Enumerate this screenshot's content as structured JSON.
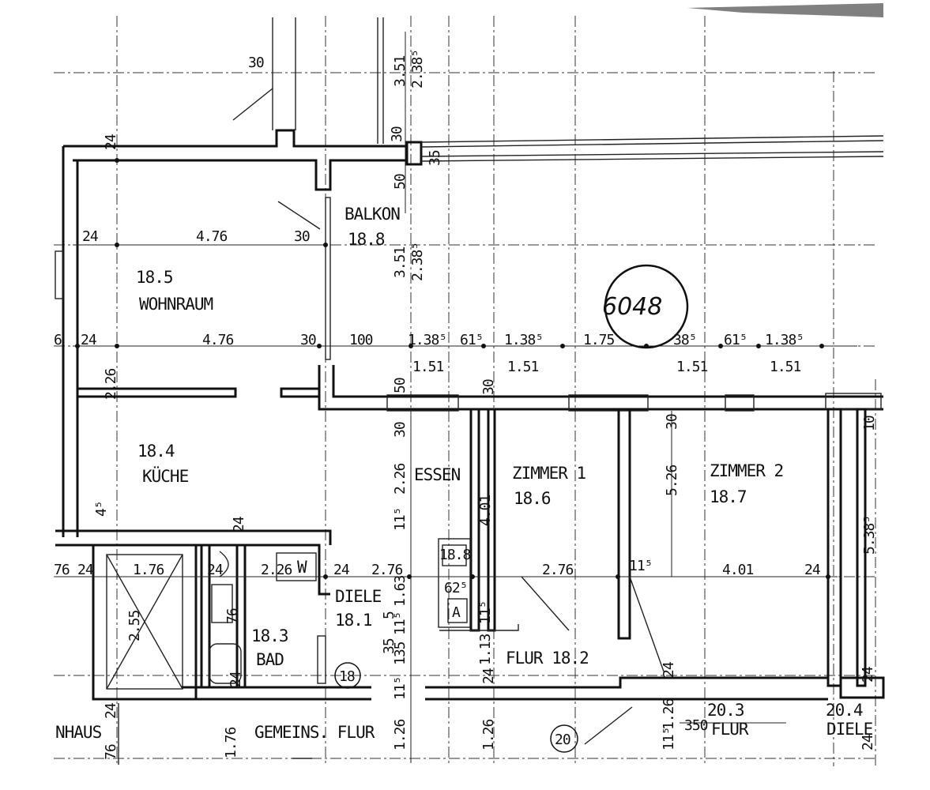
{
  "plan_number": "6048",
  "rooms": {
    "balkon": {
      "name": "BALKON",
      "area": "18.8"
    },
    "wohnraum": {
      "name": "WOHNRAUM",
      "area": "18.5"
    },
    "kueche": {
      "name": "KÜCHE",
      "area": "18.4"
    },
    "essen": {
      "name": "ESSEN"
    },
    "zimmer1": {
      "name": "ZIMMER 1",
      "area": "18.6"
    },
    "zimmer2": {
      "name": "ZIMMER 2",
      "area": "18.7"
    },
    "diele": {
      "name": "DIELE",
      "area": "18.1"
    },
    "bad": {
      "name": "BAD",
      "area": "18.3"
    },
    "flur": {
      "label": "FLUR 18.2"
    },
    "gemeins_flur": {
      "name": "GEMEINS. FLUR"
    },
    "flur_203": {
      "area": "20.3",
      "name": "FLUR"
    },
    "diele_204": {
      "area": "20.4",
      "name": "DIELE"
    },
    "treppenhaus": {
      "name": "NHAUS"
    }
  },
  "marks": {
    "circle_18": "18",
    "circle_20": "20",
    "cabinet_w": "W",
    "cabinet_a": "A",
    "box_18_8": "18.8"
  },
  "dims": {
    "d30_top": "30",
    "d351_top": "3.51",
    "d2385_top": "2.38⁵",
    "d30_b": "30",
    "d35": "35",
    "d50": "50",
    "d24_top": "24",
    "d24_a": "24",
    "d476_a": "4.76",
    "d30_a": "30",
    "d351_mid": "3.51",
    "d2385_mid": "2.38⁵",
    "d6_left": "6",
    "d24_b": "24",
    "d476_b": "4.76",
    "d30_c": "30",
    "d100": "100",
    "d1385_a": "1.38⁵",
    "d615_a": "61⁵",
    "d1385_b": "1.38⁵",
    "d175": "1.75",
    "d385": "38⁵",
    "d615_b": "61⁵",
    "d1385_c": "1.38⁵",
    "d151_a": "1.51",
    "d151_b": "1.51",
    "d151_c": "1.51",
    "d151_d": "1.51",
    "d226_k": "2.26",
    "d50_b": "50",
    "d30_d": "30",
    "d30_e": "30",
    "d30_f": "30",
    "d10": "10",
    "d226_e": "2.26",
    "d115_a": "11⁵",
    "d401_v": "4.01",
    "d526": "5.26",
    "d5385": "5.38⁵",
    "d45": "4⁵",
    "d24_v": "24",
    "d76": "76",
    "d24_c": "24",
    "d176_h": "1.76",
    "d24_d": "24",
    "d226_w": "2.26",
    "d24_e": "24",
    "d276_a": "2.76",
    "d276_b": "2.76",
    "d115_b": "11⁵",
    "d401_h": "4.01",
    "d24_f": "24",
    "d255": "2.55",
    "d76_bad": "76",
    "d163": "1.63",
    "d625": "62⁵",
    "d115_c": "11⁵",
    "d5_a": "5",
    "d115_d": "11⁵",
    "d135": "135",
    "d113": "1.13",
    "d24_g": "24",
    "d115_e": "11⁵",
    "d35_b": "35",
    "d24_bad": "24",
    "d24_h": "24",
    "d24_i": "24",
    "d24_bot": "24",
    "d76_bot": "76",
    "d176_v": "1.76",
    "d126_a": "1.26",
    "d126_b": "1.26",
    "d115_f": "11⁵",
    "d126_c": "1.26",
    "d350": "350",
    "d24_j": "24"
  }
}
